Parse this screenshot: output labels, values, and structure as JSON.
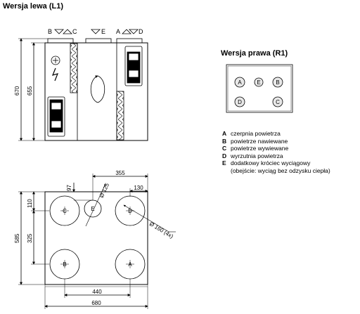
{
  "title_left": "Wersja lewa (L1)",
  "title_right": "Wersja prawa (R1)",
  "port_labels": {
    "b": "B",
    "c": "C",
    "e": "E",
    "a": "A",
    "d": "D"
  },
  "dimensions": {
    "height_outer": "670",
    "height_inner": "655",
    "v_97": "97",
    "d_125": "Ø 125",
    "w_355": "355",
    "w_130": "130",
    "v_110": "110",
    "v_325": "325",
    "v_585": "585",
    "d_160": "Ø 160 (4x)",
    "w_440": "440",
    "w_680": "680"
  },
  "legend": [
    {
      "key": "A",
      "text": "czerpnia powietrza"
    },
    {
      "key": "B",
      "text": "powietrze nawiewane"
    },
    {
      "key": "C",
      "text": "powietrze wywiewane"
    },
    {
      "key": "D",
      "text": "wyrzutnia powietrza"
    },
    {
      "key": "E",
      "text": "dodatkowy króciec wyciągowy"
    }
  ],
  "legend_note": "(obejście: wyciąg bez odzysku ciepła)"
}
